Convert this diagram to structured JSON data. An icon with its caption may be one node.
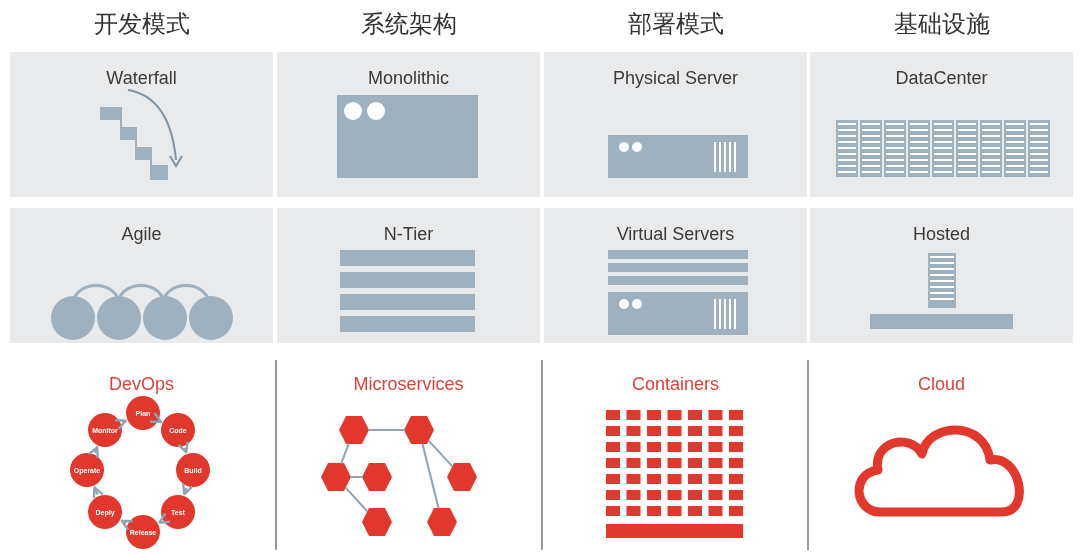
{
  "diagram": {
    "nodes": [
      {
        "text": [
          "Waterfall"
        ]
      },
      {
        "text": [
          "Monolithic"
        ]
      },
      {
        "text": [
          "Physical Server"
        ]
      },
      {
        "text": [
          "DataCenter"
        ]
      },
      {
        "text": [
          "Agile"
        ]
      },
      {
        "text": [
          "N-Tier"
        ]
      },
      {
        "text": [
          "Virtual Servers"
        ]
      },
      {
        "text": [
          "Hosted"
        ]
      },
      {
        "text": [
          "DevOps"
        ]
      },
      {
        "text": [
          "Microservices"
        ]
      },
      {
        "text": [
          "Containers"
        ]
      },
      {
        "text": [
          "Cloud"
        ]
      },
      {
        "text": [
          "Plan"
        ],
        "in": 8
      },
      {
        "text": [
          "Code"
        ],
        "in": 8
      },
      {
        "text": [
          "Build"
        ],
        "in": 8
      },
      {
        "text": [
          "Test"
        ],
        "in": 8
      },
      {
        "text": [
          "Release"
        ],
        "in": 8
      },
      {
        "text": [
          "Deply"
        ],
        "in": 8
      },
      {
        "text": [
          "Operate"
        ],
        "in": 8
      },
      {
        "text": [
          "Monitor"
        ],
        "in": 8
      },
      {
        "text": [],
        "shape": "hexagon",
        "in": 9
      },
      {
        "text": [],
        "shape": "hexagon",
        "in": 9
      },
      {
        "text": [],
        "shape": "hexagon",
        "in": 9
      },
      {
        "text": [],
        "shape": "hexagon",
        "in": 9
      },
      {
        "text": [],
        "shape": "hexagon",
        "in": 9
      },
      {
        "text": [],
        "shape": "hexagon",
        "in": 9
      },
      {
        "text": [],
        "shape": "hexagon",
        "in": 9
      }
    ],
    "edges": [
      {
        "from": 12,
        "to": 13,
        "arrow": "to"
      },
      {
        "from": 13,
        "to": 14,
        "arrow": "to"
      },
      {
        "from": 14,
        "to": 15,
        "arrow": "to"
      },
      {
        "from": 15,
        "to": 16,
        "arrow": "to"
      },
      {
        "from": 16,
        "to": 17,
        "arrow": "to"
      },
      {
        "from": 17,
        "to": 18,
        "arrow": "to"
      },
      {
        "from": 18,
        "to": 19,
        "arrow": "to"
      },
      {
        "from": 19,
        "to": 12,
        "arrow": "to"
      },
      {
        "from": 20,
        "to": 21,
        "arrow": "none"
      },
      {
        "from": 20,
        "to": 22,
        "arrow": "none"
      },
      {
        "from": 22,
        "to": 23,
        "arrow": "none"
      },
      {
        "from": 22,
        "to": 25,
        "arrow": "none"
      },
      {
        "from": 21,
        "to": 26,
        "arrow": "none"
      },
      {
        "from": 21,
        "to": 24,
        "arrow": "none"
      }
    ],
    "labels": [
      "开发模式",
      "系统架构",
      "部署模式",
      "基础设施"
    ]
  }
}
